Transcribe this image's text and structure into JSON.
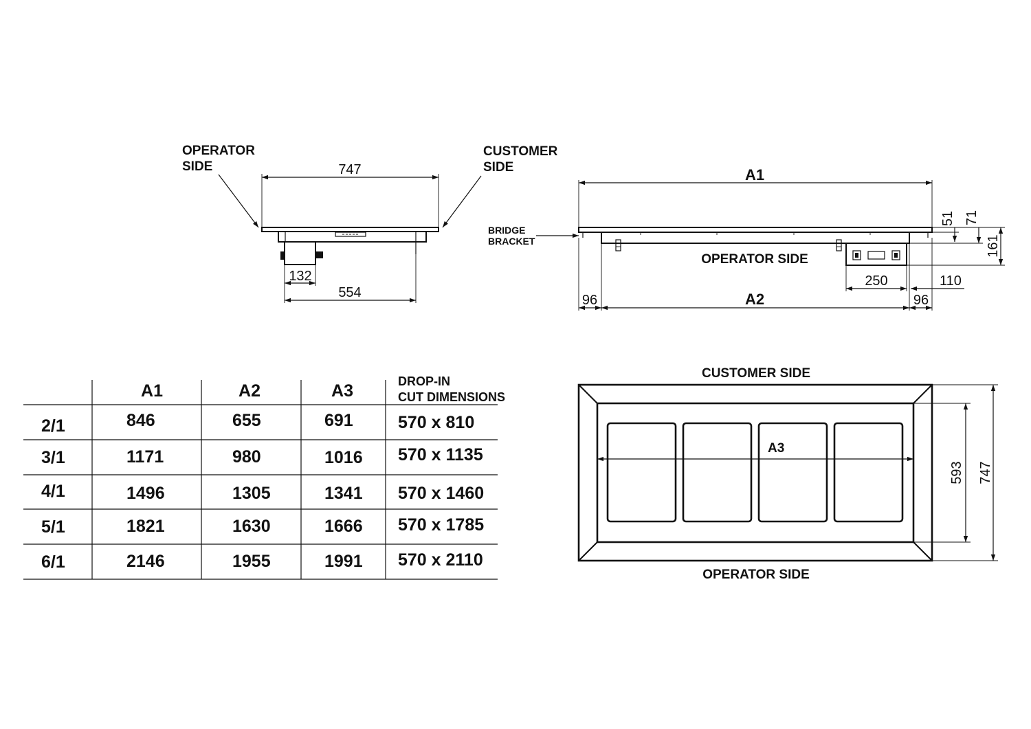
{
  "side_view": {
    "operator_side_line1": "OPERATOR",
    "operator_side_line2": "SIDE",
    "customer_side_line1": "CUSTOMER",
    "customer_side_line2": "SIDE",
    "dim_width_top": "747",
    "dim_motor": "132",
    "dim_width_bottom": "554"
  },
  "front_view": {
    "dim_a1": "A1",
    "dim_a2": "A2",
    "bridge_line1": "BRIDGE",
    "bridge_line2": "BRACKET",
    "operator_side": "OPERATOR SIDE",
    "dim_51": "51",
    "dim_71": "71",
    "dim_161": "161",
    "dim_250": "250",
    "dim_110": "110",
    "dim_96_left": "96",
    "dim_96_right": "96"
  },
  "top_view": {
    "customer_side": "CUSTOMER SIDE",
    "operator_side": "OPERATOR SIDE",
    "dim_a3": "A3",
    "dim_593": "593",
    "dim_747": "747"
  },
  "table": {
    "headers": [
      "A1",
      "A2",
      "A3"
    ],
    "header_cut_line1": "DROP-IN",
    "header_cut_line2": "CUT DIMENSIONS",
    "rows": [
      {
        "size": "2/1",
        "a1": "846",
        "a2": "655",
        "a3": "691",
        "cut": "570 x 810"
      },
      {
        "size": "3/1",
        "a1": "1171",
        "a2": "980",
        "a3": "1016",
        "cut": "570 x 1135"
      },
      {
        "size": "4/1",
        "a1": "1496",
        "a2": "1305",
        "a3": "1341",
        "cut": "570 x 1460"
      },
      {
        "size": "5/1",
        "a1": "1821",
        "a2": "1630",
        "a3": "1666",
        "cut": "570 x 1785"
      },
      {
        "size": "6/1",
        "a1": "2146",
        "a2": "1955",
        "a3": "1991",
        "cut": "570 x 2110"
      }
    ]
  }
}
